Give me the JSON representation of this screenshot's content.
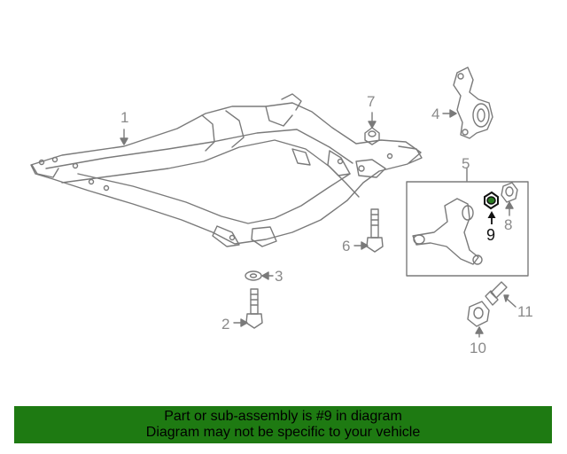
{
  "callouts": {
    "c1": "1",
    "c2": "2",
    "c3": "3",
    "c4": "4",
    "c5": "5",
    "c6": "6",
    "c7": "7",
    "c8": "8",
    "c9": "9",
    "c10": "10",
    "c11": "11"
  },
  "highlighted_part": "9",
  "colors": {
    "line": "#7a7a7a",
    "highlight": "#111111",
    "banner_bg": "#1e7a12",
    "banner_text": "#000000"
  },
  "banner": {
    "line1": "Part or sub-assembly is #9 in diagram",
    "line2": "Diagram may not be specific to your vehicle"
  }
}
